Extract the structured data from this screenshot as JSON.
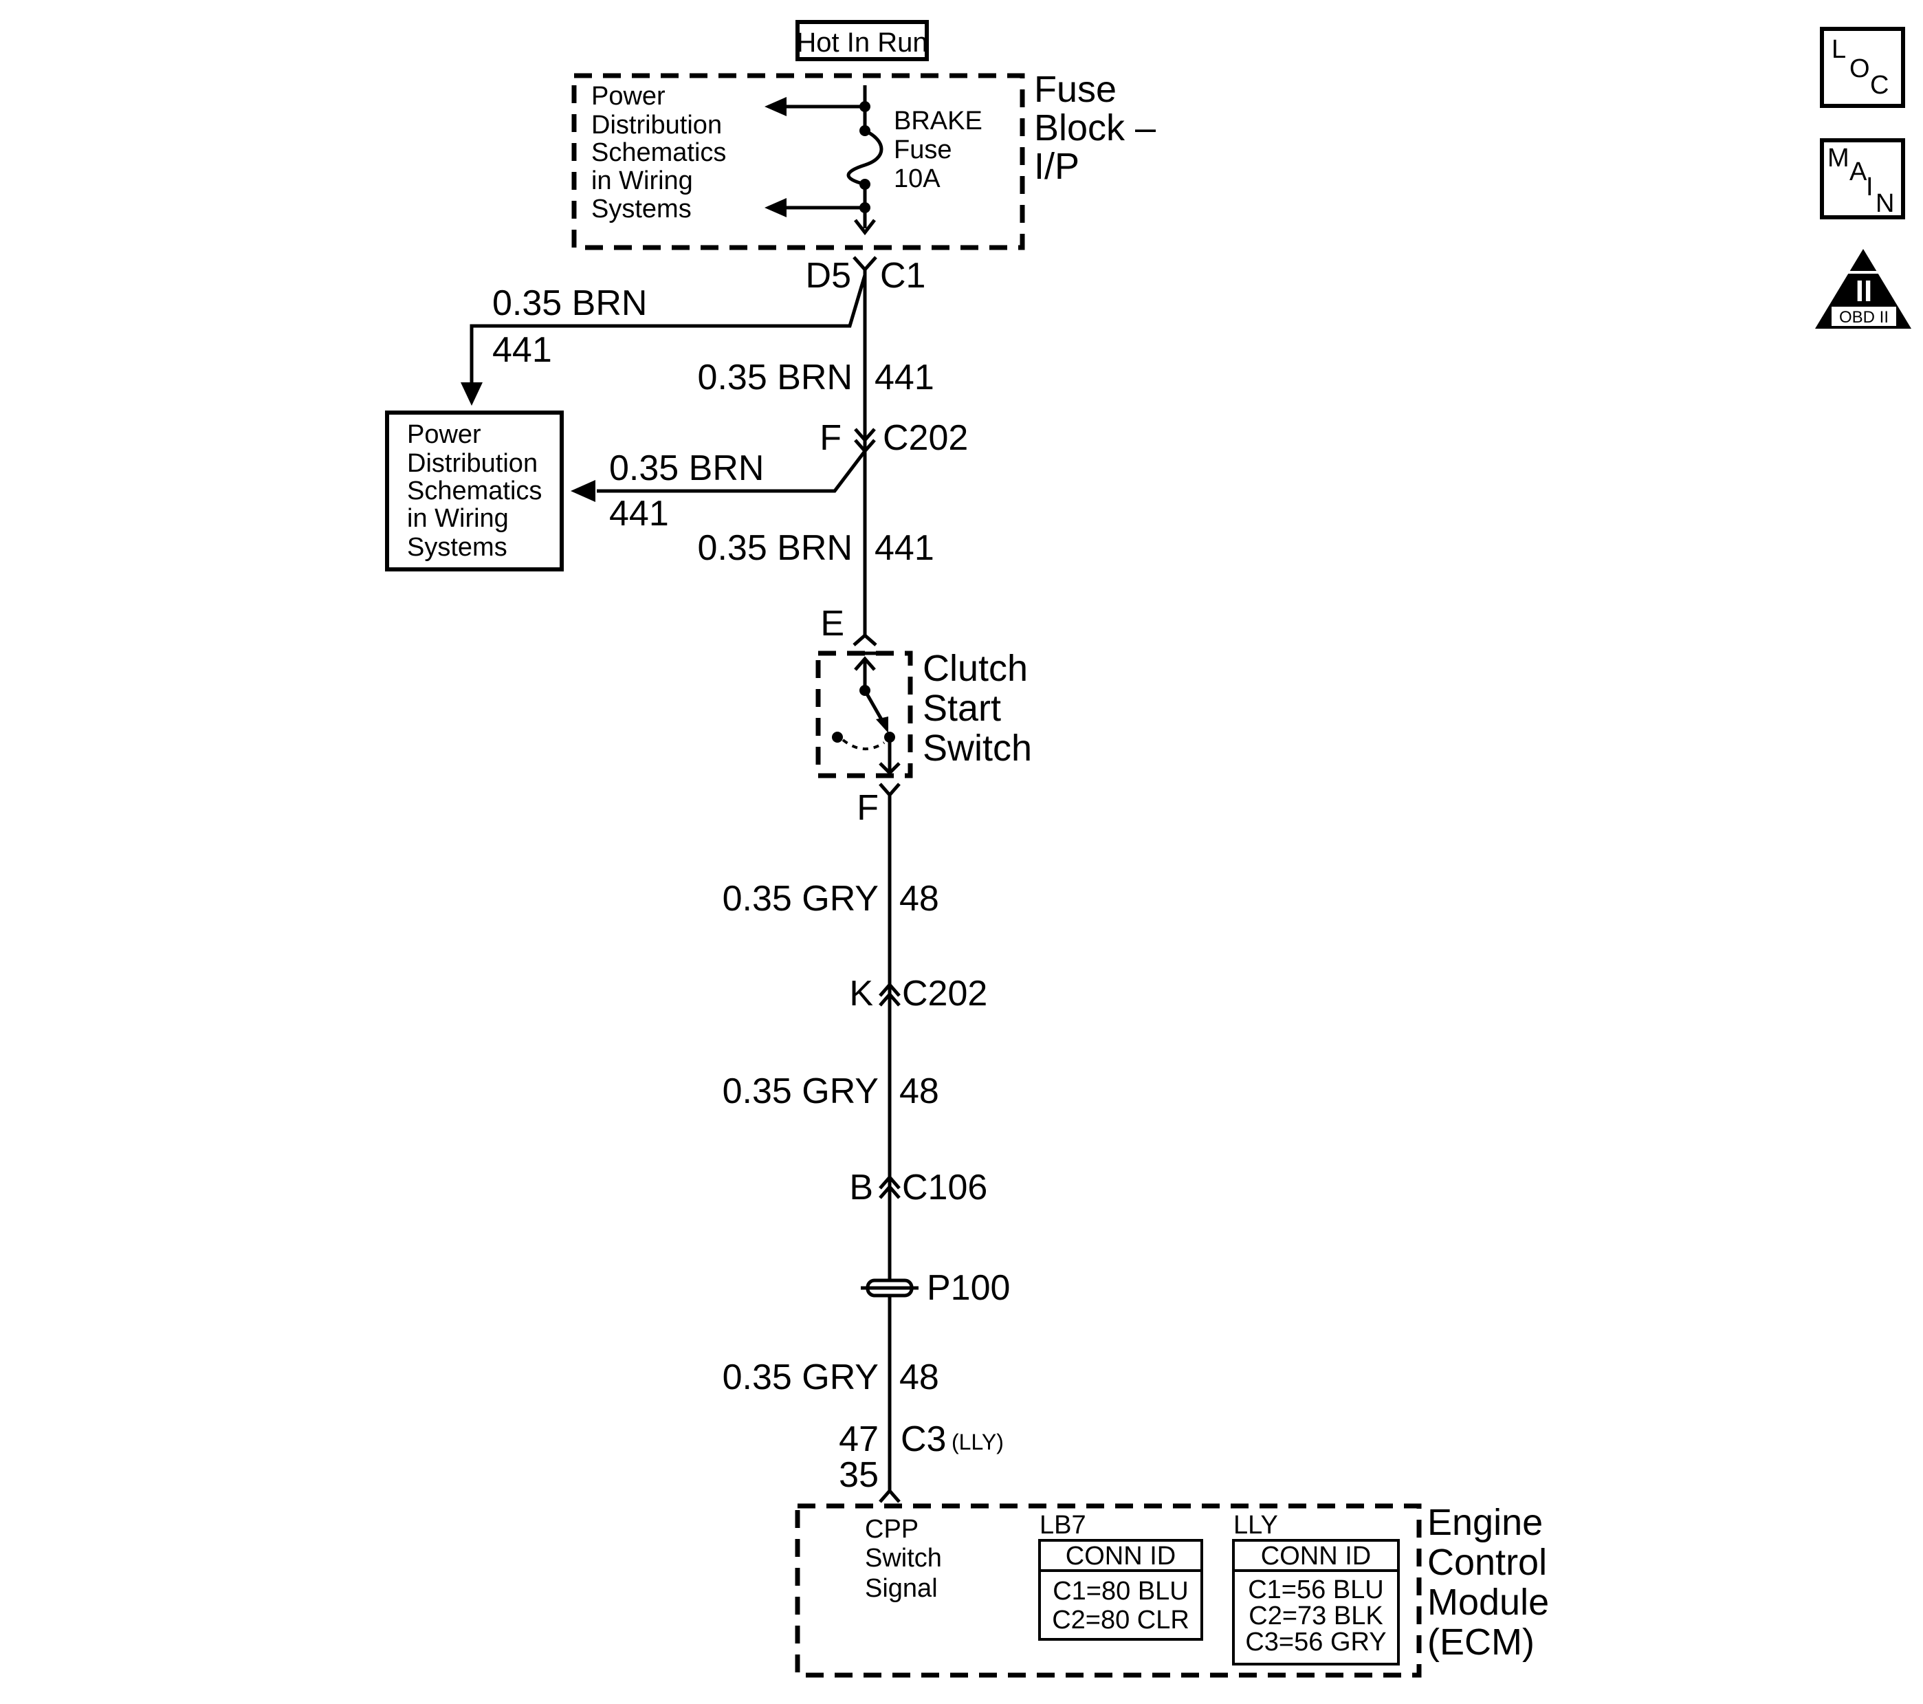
{
  "power_label": "Hot In Run",
  "fuse_block": {
    "name_lines": [
      "Fuse",
      "Block –",
      "I/P"
    ],
    "ref_lines": [
      "Power",
      "Distribution",
      "Schematics",
      "in Wiring",
      "Systems"
    ],
    "fuse_lines": [
      "BRAKE",
      "Fuse",
      "10A"
    ]
  },
  "connectors": {
    "c1_pin": "D5",
    "c1_name": "C1",
    "c202_pin_f": "F",
    "c202_name": "C202",
    "switch_pin_e": "E",
    "switch_pin_f": "F",
    "c202_pin_k": "K",
    "c202_name_2": "C202",
    "c106_pin_b": "B",
    "c106_name": "C106",
    "splice_name": "P100",
    "ecm_pin_top": "47",
    "ecm_pin_bottom": "35",
    "ecm_conn": "C3",
    "ecm_conn_variant": "(LLY)"
  },
  "wires": {
    "branch1_gauge": "0.35 BRN",
    "branch1_circuit": "441",
    "seg1_gauge": "0.35 BRN",
    "seg1_circuit": "441",
    "branch2_gauge": "0.35 BRN",
    "branch2_circuit": "441",
    "seg2_gauge": "0.35 BRN",
    "seg2_circuit": "441",
    "seg3_gauge": "0.35 GRY",
    "seg3_circuit": "48",
    "seg4_gauge": "0.35 GRY",
    "seg4_circuit": "48",
    "seg5_gauge": "0.35 GRY",
    "seg5_circuit": "48"
  },
  "ref_box": {
    "lines": [
      "Power",
      "Distribution",
      "Schematics",
      "in Wiring",
      "Systems"
    ]
  },
  "clutch_switch": {
    "lines": [
      "Clutch",
      "Start",
      "Switch"
    ]
  },
  "ecm": {
    "name_lines": [
      "Engine",
      "Control",
      "Module",
      "(ECM)"
    ],
    "signal_lines": [
      "CPP",
      "Switch",
      "Signal"
    ],
    "table_lb7": {
      "variant": "LB7",
      "header": "CONN ID",
      "rows": [
        "C1=80 BLU",
        "C2=80 CLR"
      ]
    },
    "table_lly": {
      "variant": "LLY",
      "header": "CONN ID",
      "rows": [
        "C1=56 BLU",
        "C2=73 BLK",
        "C3=56 GRY"
      ]
    }
  },
  "nav_icons": {
    "loc": [
      "L",
      "O",
      "C"
    ],
    "main": [
      "M",
      "A",
      "I",
      "N"
    ],
    "obd": {
      "numeral": "II",
      "label": "OBD II"
    }
  }
}
